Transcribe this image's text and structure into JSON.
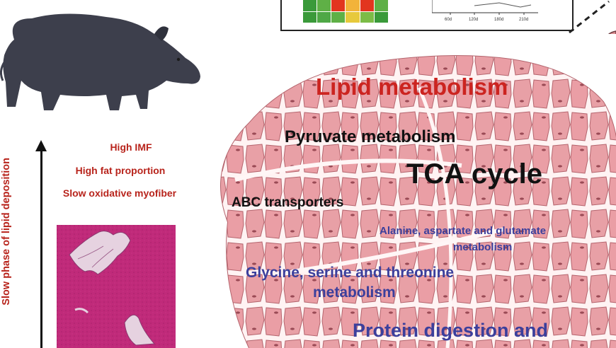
{
  "top_panel": {
    "x_ticks": [
      "60d",
      "120d",
      "180d",
      "210d"
    ]
  },
  "left_panel": {
    "traits": [
      "High IMF",
      "High fat proportion",
      "Slow oxidative myofiber"
    ],
    "axis_label": "Slow phase of lipid deposition"
  },
  "muscle_panel": {
    "lipid_title": "Lipid metabolism",
    "pyruvate": "Pyruvate metabolism",
    "tca": "TCA cycle",
    "abc": "ABC transporters",
    "alanine_line1": "Alanine, aspartate and glutamate",
    "alanine_line2": "metabolism",
    "glycine_line1": "Glycine, serine and threonine",
    "glycine_line2": "metabolism",
    "protein": "Protein digestion and"
  },
  "colors": {
    "red_text": "#b8241c",
    "blue_text": "#3b3f9c",
    "muscle_fill": "#e8a0a6",
    "muscle_stroke": "#a85560",
    "pig": "#3d3f4c",
    "histology": "#c02a7a"
  }
}
